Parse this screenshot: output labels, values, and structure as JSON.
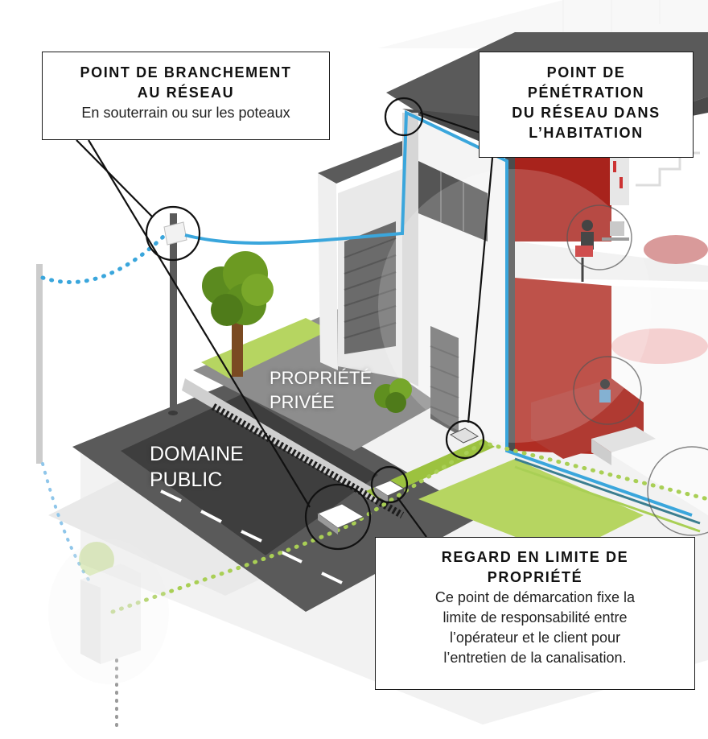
{
  "callouts": {
    "branchement": {
      "title_line1": "POINT DE BRANCHEMENT",
      "title_line2": "AU RÉSEAU",
      "desc": "En souterrain ou sur les poteaux"
    },
    "penetration": {
      "title_line1": "POINT DE",
      "title_line2": "PÉNÉTRATION",
      "title_line3": "DU RÉSEAU DANS",
      "title_line4": "L’HABITATION"
    },
    "regard": {
      "title_line1": "REGARD EN LIMITE DE",
      "title_line2": "PROPRIÉTÉ",
      "desc_line1": "Ce point de démarcation fixe la",
      "desc_line2": "limite de responsabilité entre",
      "desc_line3": "l’opérateur et le client pour",
      "desc_line4": "l’entretien de la canalisation."
    }
  },
  "zones": {
    "private_line1": "PROPRIÉTÉ",
    "private_line2": "PRIVÉE",
    "public_line1": "DOMAINE",
    "public_line2": "PUBLIC"
  },
  "colors": {
    "network_blue": "#3aa6dc",
    "accent_red": "#a8231c",
    "lawn_green": "#a9cf55",
    "road_dark": "#4a4a4a",
    "callout_border": "#1a1a1a"
  }
}
